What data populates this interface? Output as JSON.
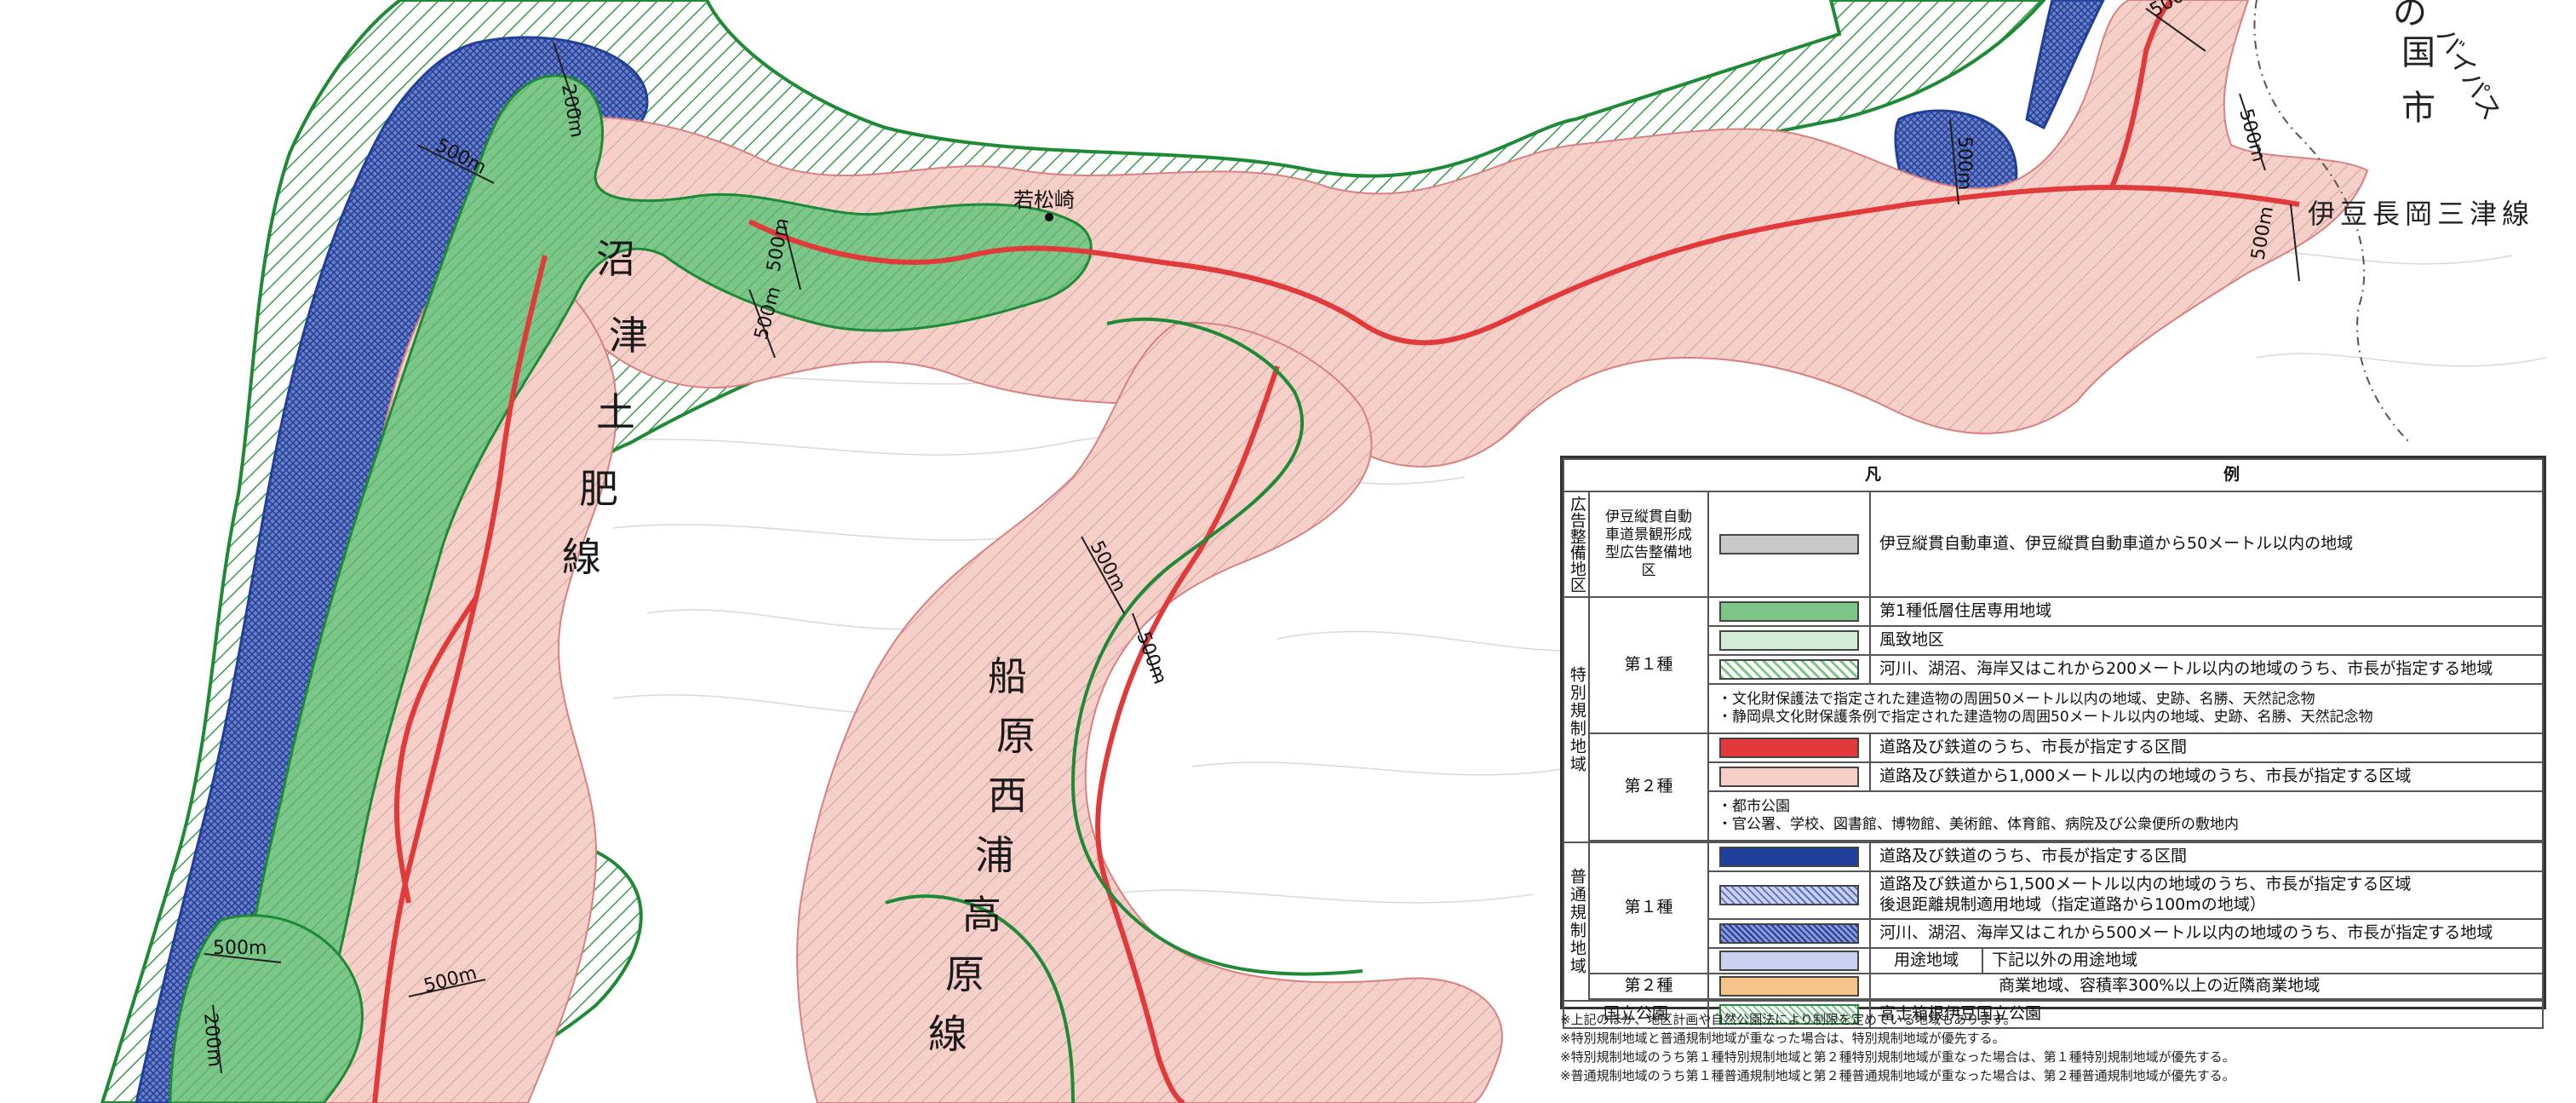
{
  "map": {
    "route_labels": {
      "numazu_toi": "沼津土肥線",
      "funabara": "船原西浦高原線",
      "izunagaoka": "伊豆長岡三津線",
      "bypass": "バイパス"
    },
    "city_label": "の国市",
    "place": "若松崎",
    "distance_labels": {
      "m200": "200m",
      "m500": "500m"
    }
  },
  "legend": {
    "title_left": "凡",
    "title_right": "例",
    "koukoku_group": "広告整備地区",
    "koukoku_cat": "伊豆縦貫自動車道景観形成型広告整備地区",
    "koukoku_desc": "伊豆縦貫自動車道、伊豆縦貫自動車道から50メートル以内の地域",
    "tokubetsu_group": "特別規制地域",
    "futsu_group": "普通規制地域",
    "shu1": "第１種",
    "shu2": "第２種",
    "t1_r1": "第1種低層住居専用地域",
    "t1_r2": "風致地区",
    "t1_r3": "河川、湖沼、海岸又はこれから200メートル以内の地域のうち、市長が指定する地域",
    "t1_note1": "・文化財保護法で指定された建造物の周囲50メートル以内の地域、史跡、名勝、天然記念物",
    "t1_note2": "・静岡県文化財保護条例で指定された建造物の周囲50メートル以内の地域、史跡、名勝、天然記念物",
    "t2_r1": "道路及び鉄道のうち、市長が指定する区間",
    "t2_r2": "道路及び鉄道から1,000メートル以内の地域のうち、市長が指定する区域",
    "t2_note1": "・都市公園",
    "t2_note2": "・官公署、学校、図書館、博物館、美術館、体育館、病院及び公衆便所の敷地内",
    "f1_r1": "道路及び鉄道のうち、市長が指定する区間",
    "f1_r2a": "道路及び鉄道から1,500メートル以内の地域のうち、市長が指定する区域",
    "f1_r2b": "後退距離規制適用地域（指定道路から100mの地域）",
    "f1_r3": "河川、湖沼、海岸又はこれから500メートル以内の地域のうち、市長が指定する地域",
    "youto": "用途地域",
    "f2_r1": "下記以外の用途地域",
    "f2_r2": "商業地域、容積率300%以上の近隣商業地域",
    "kokuritsu": "国立公園",
    "kokuritsu_desc": "富士箱根伊豆国立公園"
  },
  "notes": [
    "※上記のほか、地区計画や自然公園法により制限を定めている地域もあります。",
    "※特別規制地域と普通規制地域が重なった場合は、特別規制地域が優先する。",
    "※特別規制地域のうち第１種特別規制地域と第２種特別規制地域が重なった場合は、第１種特別規制地域が優先する。",
    "※普通規制地域のうち第１種普通規制地域と第２種普通規制地域が重なった場合は、第２種普通規制地域が優先する。"
  ],
  "colors": {
    "pink": "#f6cfc8",
    "red": "#e2393a",
    "green": "#2f9a44",
    "green_fill": "#7cc68a",
    "green_light": "#d5ecd6",
    "blue": "#1f3f9a",
    "blue_light": "#c9d1ee",
    "orange": "#f5c48b",
    "gray": "#c8c8c8"
  }
}
